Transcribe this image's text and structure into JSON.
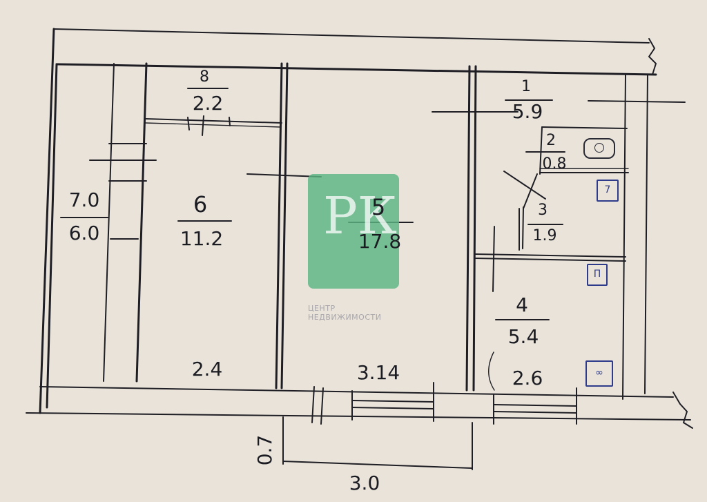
{
  "rooms": [
    {
      "number": "1",
      "area": "5.9"
    },
    {
      "number": "2",
      "area": "0.8"
    },
    {
      "number": "3",
      "area": "1.9"
    },
    {
      "number": "4",
      "area": "5.4"
    },
    {
      "number": "5",
      "area": "17.8"
    },
    {
      "number": "6",
      "area": "11.2"
    },
    {
      "number": "8",
      "area": "2.2"
    }
  ],
  "dimensions": {
    "height_top": "7.0",
    "height_bottom": "6.0",
    "width_room6": "2.4",
    "width_room5": "3.14",
    "width_room4": "2.6",
    "balcony_width": "3.0",
    "balcony_depth": "0.7"
  },
  "fixtures": {
    "sink_symbol": "0",
    "toilet_symbol": "7",
    "washbasin_symbol": "П",
    "stove_symbol": "∞"
  },
  "watermark": {
    "logo_letters": "РК",
    "text": "ЦЕНТР НЕДВИЖИМОСТИ"
  },
  "colors": {
    "paper": "#e9e3da",
    "ink": "#1e1e24",
    "fixture_ink": "#2e3a8a",
    "watermark": "#5cb482"
  }
}
